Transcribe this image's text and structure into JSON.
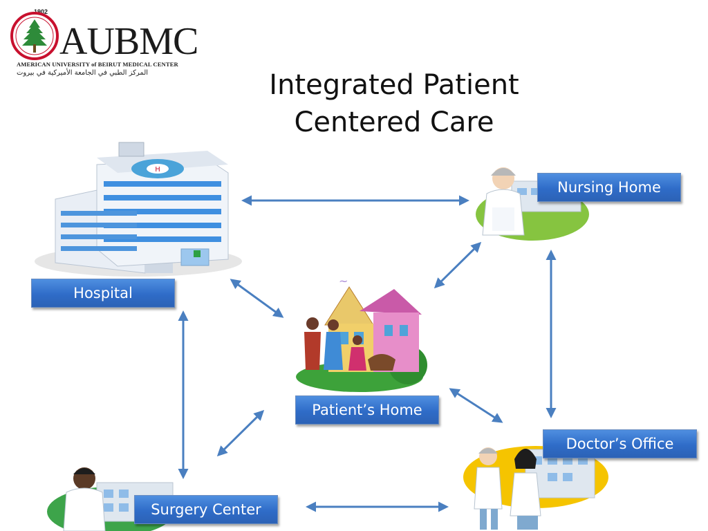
{
  "slide": {
    "title_line1": "Integrated Patient",
    "title_line2": "Centered Care"
  },
  "logo": {
    "year": "1902",
    "wordmark": "AUBMC",
    "subtitle": "AMERICAN UNIVERSITY of BEIRUT MEDICAL CENTER",
    "arabic": "المركز الطبي في الجامعة الأميركية في بيروت"
  },
  "nodes": {
    "hospital": "Hospital",
    "nursing_home": "Nursing Home",
    "patients_home": "Patient’s Home",
    "doctors_office": "Doctor’s Office",
    "surgery_center": "Surgery Center"
  },
  "colors": {
    "arrow": "#4a7fc0",
    "label_fill": "#3b78d4",
    "ellipse_green": "#86c440",
    "ellipse_yellow": "#f5c400"
  },
  "icons": {
    "hospital": "hospital-building-icon",
    "nursing_home": "nurse-icon",
    "patients_home": "family-house-icon",
    "doctors_office": "doctors-icon",
    "surgery_center": "surgeon-icon"
  }
}
